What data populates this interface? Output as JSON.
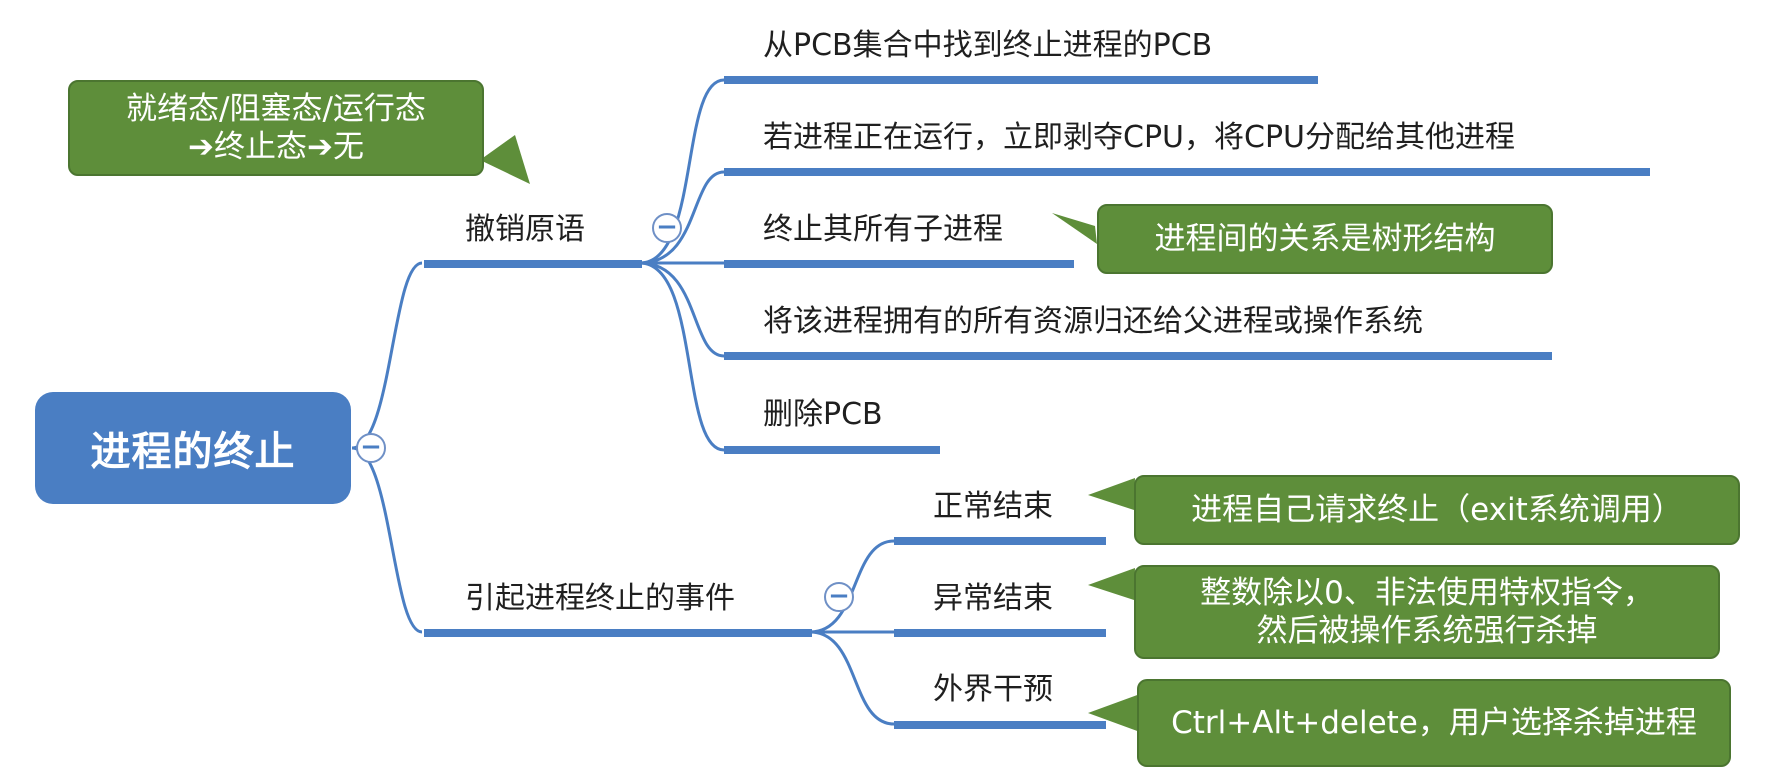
{
  "root": {
    "label": "进程的终止"
  },
  "note": {
    "line1": "就绪态/阻塞态/运行态",
    "line2": "➔终止态➔无"
  },
  "branches": [
    {
      "label": "撤销原语",
      "children": [
        {
          "label": "从PCB集合中找到终止进程的PCB"
        },
        {
          "label": "若进程正在运行，立即剥夺CPU，将CPU分配给其他进程"
        },
        {
          "label": "终止其所有子进程",
          "callout": [
            "进程间的关系是树形结构"
          ]
        },
        {
          "label": "将该进程拥有的所有资源归还给父进程或操作系统"
        },
        {
          "label": "删除PCB"
        }
      ]
    },
    {
      "label": "引起进程终止的事件",
      "children": [
        {
          "label": "正常结束",
          "callout": [
            "进程自己请求终止（exit系统调用）"
          ]
        },
        {
          "label": "异常结束",
          "callout": [
            "整数除以0、非法使用特权指令，",
            "然后被操作系统强行杀掉"
          ]
        },
        {
          "label": "外界干预",
          "callout": [
            "Ctrl+Alt+delete，用户选择杀掉进程"
          ]
        }
      ]
    }
  ],
  "toggle_symbol": "−",
  "colors": {
    "root": "#4a7ec3",
    "line": "#4a7ec3",
    "callout": "#5e8e3a",
    "toggle": "#6f90c6"
  }
}
